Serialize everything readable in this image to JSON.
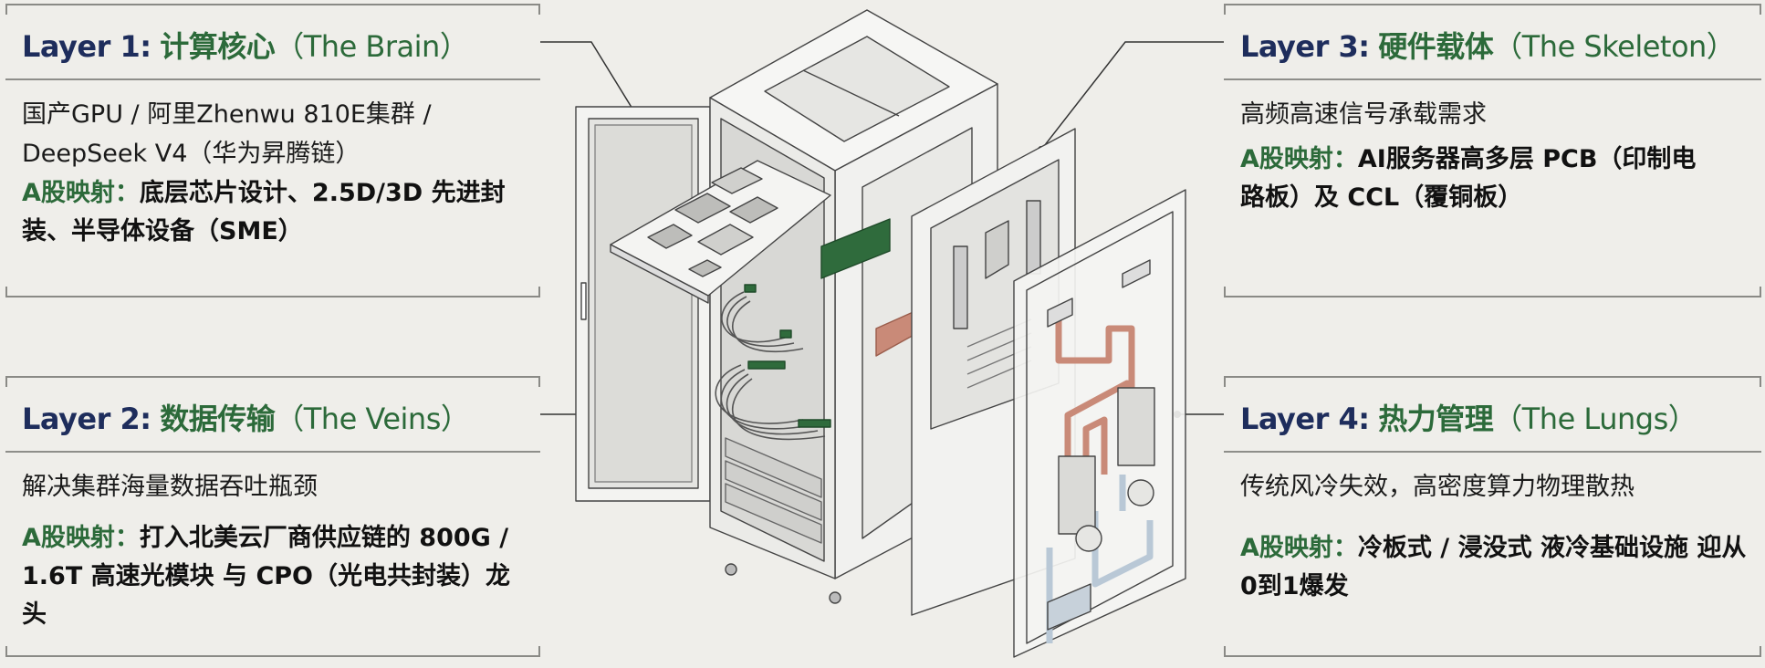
{
  "layers": [
    {
      "layer": "Layer 1:",
      "name_cn": "计算核心",
      "name_en": "（The Brain）",
      "desc": "国产GPU / 阿里Zhenwu 810E集群 / DeepSeek V4（华为昇腾链）",
      "map_label": "A股映射：",
      "map_text": "底层芯片设计、2.5D/3D 先进封装、半导体设备（SME）"
    },
    {
      "layer": "Layer 2:",
      "name_cn": "数据传输",
      "name_en": "（The Veins）",
      "desc": "解决集群海量数据吞吐瓶颈",
      "map_label": "A股映射：",
      "map_text": "打入北美云厂商供应链的 800G / 1.6T 高速光模块 与 CPO（光电共封装）龙头"
    },
    {
      "layer": "Layer 3:",
      "name_cn": "硬件载体",
      "name_en": "（The Skeleton）",
      "desc": "高频高速信号承载需求",
      "map_label": "A股映射：",
      "map_text": "AI服务器高多层 PCB（印制电路板）及 CCL（覆铜板）"
    },
    {
      "layer": "Layer 4:",
      "name_cn": "热力管理",
      "name_en": "（The Lungs）",
      "desc": "传统风冷失效，高密度算力物理散热",
      "map_label": "A股映射：",
      "map_text": "冷板式 / 浸没式 液冷基础设施 迎从0到1爆发"
    }
  ],
  "colors": {
    "layer": "#1e2d5c",
    "accent_green": "#2c6a3a",
    "copper": "#d59a88",
    "coolant": "#b9c8d6",
    "optical": "#2f6b3c"
  }
}
